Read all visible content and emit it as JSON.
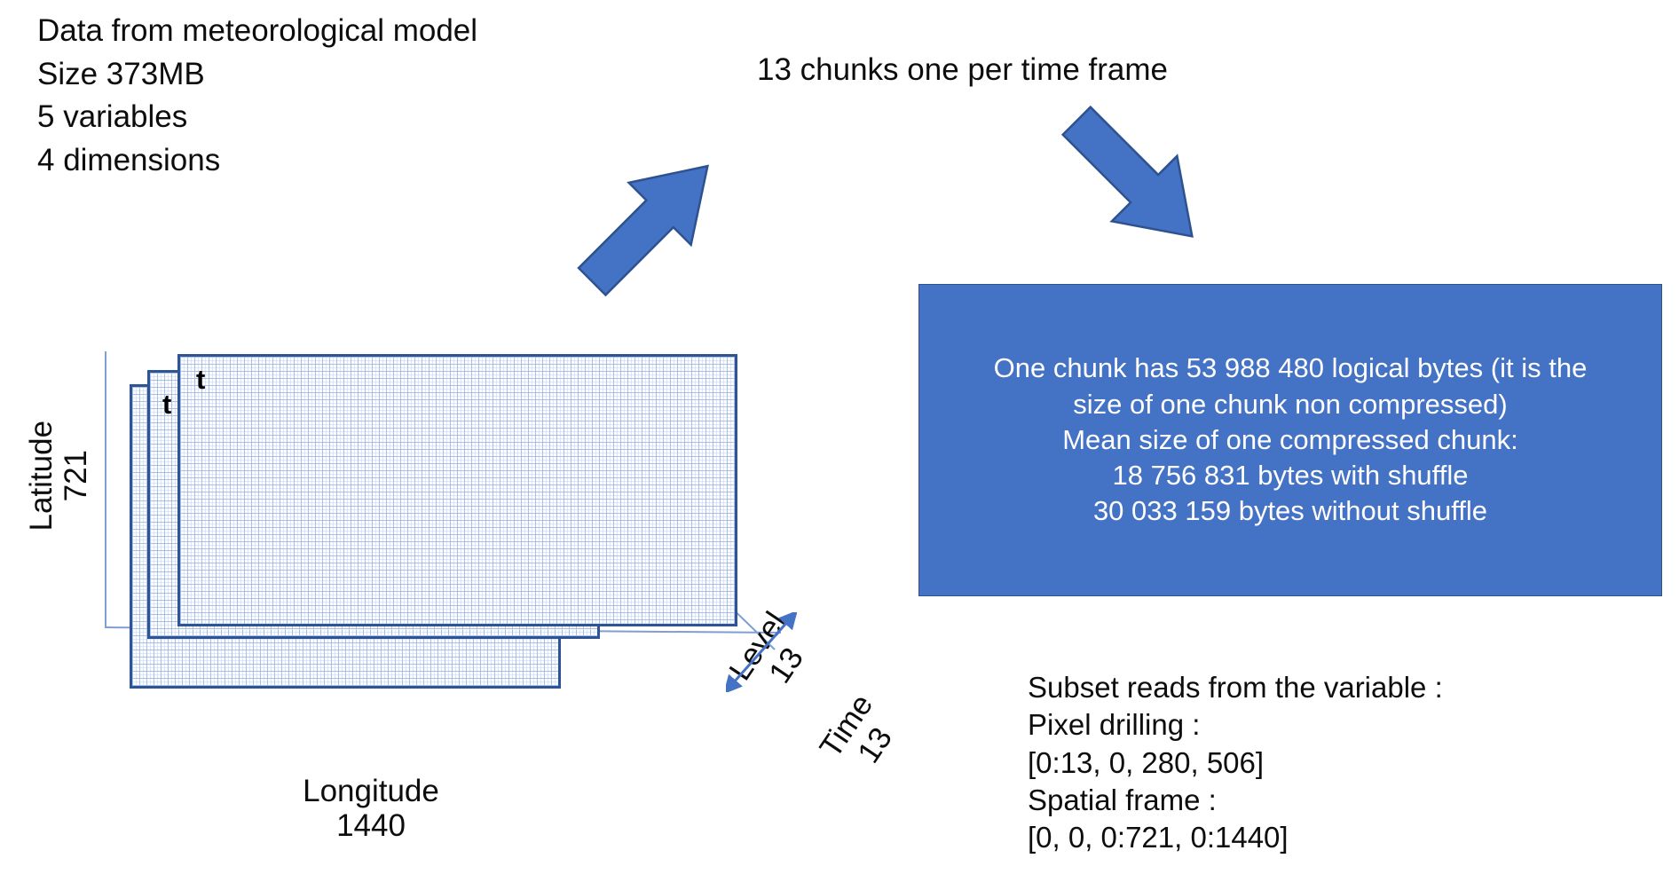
{
  "intro": {
    "lines": [
      "Data from meteorological model",
      "Size 373MB",
      "5 variables",
      "4 dimensions"
    ]
  },
  "chunks_caption": "13 chunks one per time frame",
  "chunk_box": {
    "lines": [
      "One chunk has 53 988 480 logical bytes (it is the",
      "size of one chunk non compressed)",
      "Mean size of one compressed chunk:",
      "18 756 831 bytes with shuffle",
      "30 033 159 bytes without shuffle"
    ],
    "background_color": "#4472C4",
    "text_color": "#FFFFFF"
  },
  "subset": {
    "lines": [
      "Subset reads from the variable :",
      "Pixel drilling :",
      "[0:13, 0, 280, 506]",
      "Spatial frame :",
      "[0, 0, 0:721, 0:1440]"
    ]
  },
  "cube": {
    "axes": {
      "latitude": {
        "name": "Latitude",
        "size": "721"
      },
      "longitude": {
        "name": "Longitude",
        "size": "1440"
      },
      "level": {
        "name": "Level",
        "size": "13"
      },
      "time": {
        "name": "Time",
        "size": "13"
      }
    },
    "panels": [
      {
        "tag": ""
      },
      {
        "tag": "t"
      },
      {
        "tag": "t"
      }
    ],
    "grid_color": "#A0BAE2",
    "panel_border_color": "#2F5496",
    "axis_color": "#7F9ED3"
  },
  "arrows": {
    "up_arrow_color": "#4472C4",
    "down_arrow_color": "#4472C4",
    "level_arrow_color": "#4472C4"
  }
}
